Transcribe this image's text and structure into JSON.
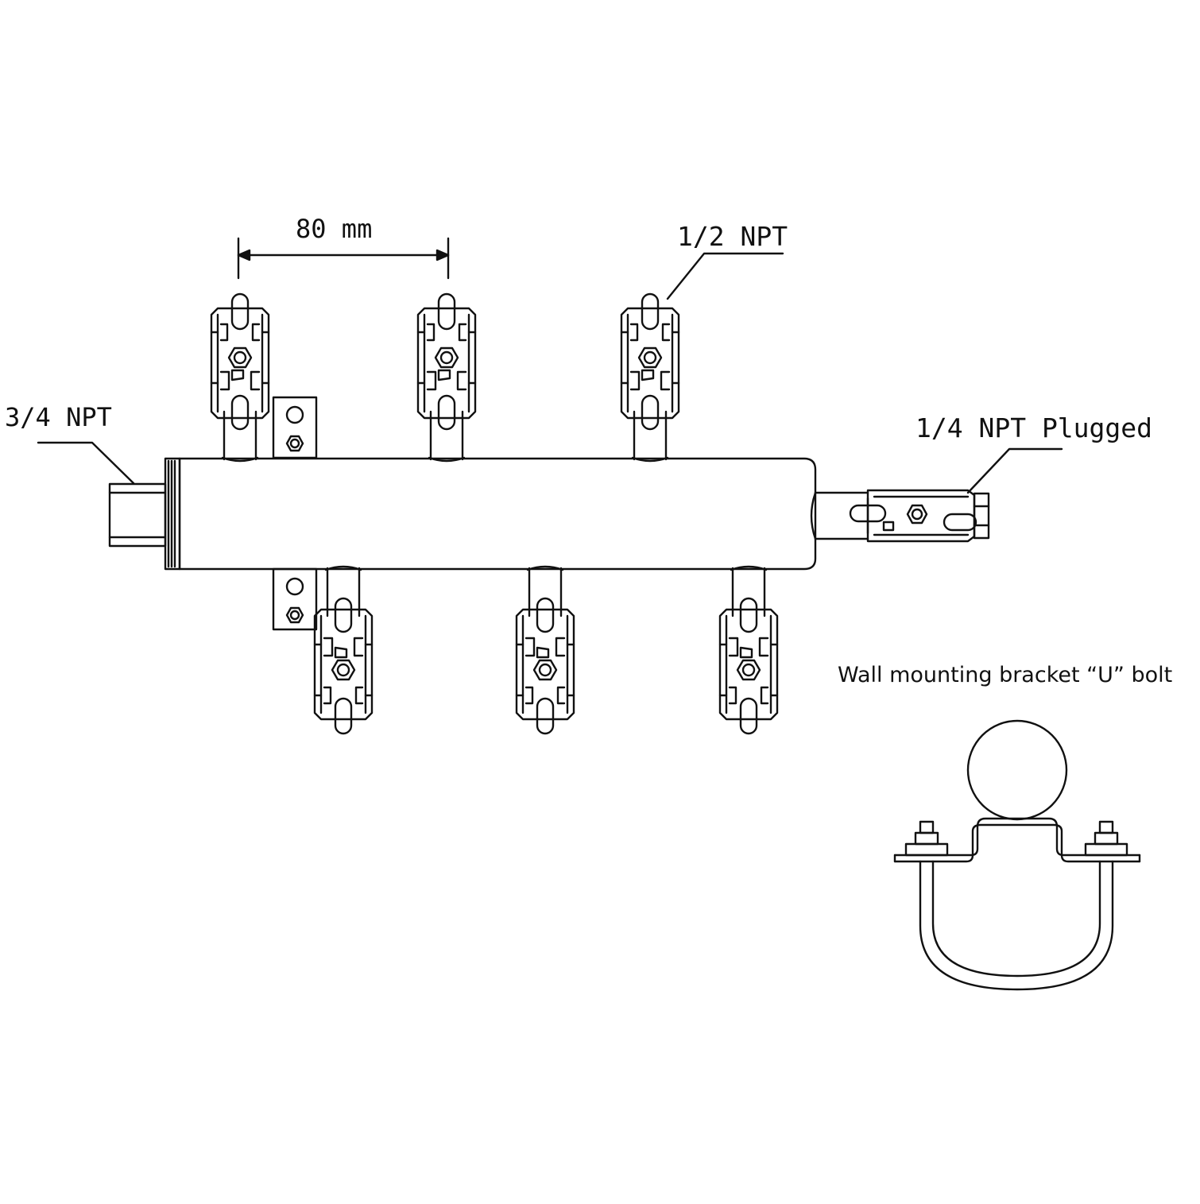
{
  "labels": {
    "dimension": "80 mm",
    "outlet_port": "1/2 NPT",
    "inlet_port": "3/4 NPT",
    "plugged_port": "1/4 NPT Plugged",
    "bracket_caption": "Wall mounting bracket “U” bolt"
  },
  "colors": {
    "line": "#111111",
    "background": "#ffffff"
  },
  "parts": {
    "outlet_valves_top": 3,
    "outlet_valves_bottom": 3,
    "end_valve": 1,
    "mount_brackets": 2
  }
}
